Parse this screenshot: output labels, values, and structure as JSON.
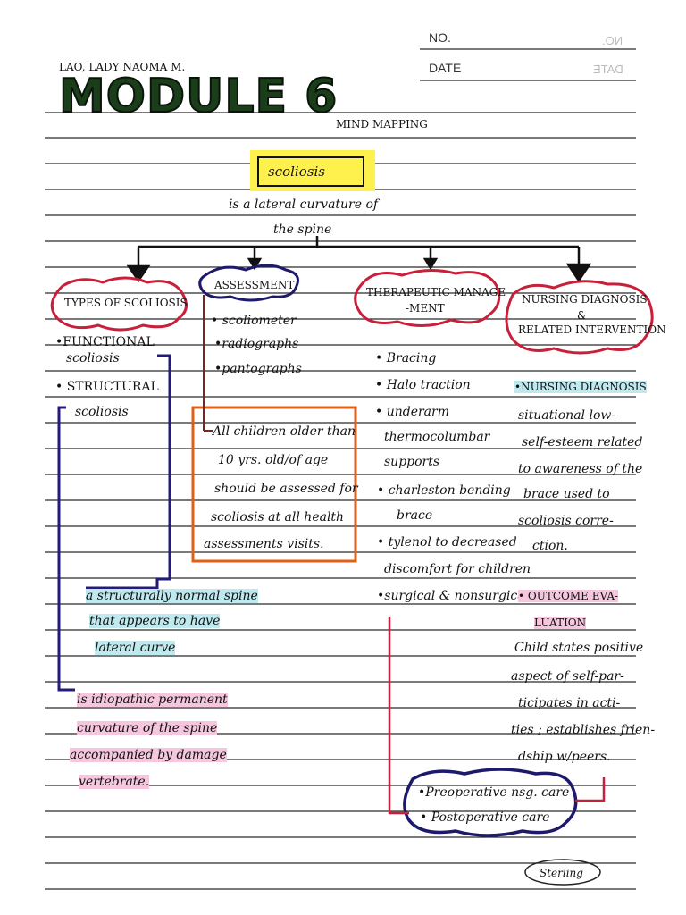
{
  "header": {
    "no_label": "NO.",
    "date_label": "DATE",
    "no_bleed": "NO.",
    "date_bleed": "DATE"
  },
  "author": "LAO, LADY NAOMA M.",
  "title": "MODULE 6",
  "subtitle": "MIND MAPPING",
  "central_topic": {
    "label": "scoliosis",
    "definition_line1": "is a lateral curvature of",
    "definition_line2": "the spine"
  },
  "branches": {
    "types": {
      "title": "TYPES OF SCOLIOSIS",
      "functional_line1": "•FUNCTIONAL",
      "functional_line2": "scoliosis",
      "structural_line1": "• STRUCTURAL",
      "structural_line2": "scoliosis",
      "functional_def": [
        "a structurally normal spine",
        "that appears to have",
        "lateral curve"
      ],
      "structural_def": [
        "is idiopathic permanent",
        "curvature of the spine",
        "accompanied by damage",
        "vertebrate."
      ]
    },
    "assessment": {
      "title": "ASSESSMENT",
      "items": [
        "• scoliometer",
        "•radiographs",
        "•pantographs"
      ],
      "note": [
        "All children older than",
        "10 yrs. old/of age",
        "should be assessed for",
        "scoliosis at all health",
        "assessments visits."
      ]
    },
    "therapeutic": {
      "title_line1": "THERAPEUTIC MANAGE",
      "title_line2": "-MENT",
      "items": [
        "• Bracing",
        "• Halo traction",
        "• underarm",
        "thermocolumbar",
        "supports",
        "• charleston bending",
        "brace",
        "• tylenol to decreased",
        "discomfort for children",
        "•surgical & nonsurgical"
      ],
      "sub_items": [
        "•Preoperative nsg. care",
        "• Postoperative care"
      ]
    },
    "nursing": {
      "title_line1": "NURSING DIAGNOSIS",
      "title_line2": "&",
      "title_line3": "RELATED INTERVENTION",
      "diagnosis_heading": "•NURSING DIAGNOSIS",
      "diagnosis_text": [
        "situational low-",
        "self-esteem related",
        "to awareness of the",
        "brace used to",
        "scoliosis corre-",
        "ction."
      ],
      "outcome_heading_line1": "• OUTCOME EVA-",
      "outcome_heading_line2": "LUATION",
      "outcome_text": [
        "Child states positive",
        "aspect of self-par-",
        "ticipates in acti-",
        "ties ; establishes frien-",
        "dship w/peers."
      ]
    }
  },
  "signature": "Sterling",
  "colors": {
    "highlight_yellow": "#fff14d",
    "highlight_blue": "#bde9ef",
    "highlight_pink": "#f5c6dd",
    "cloud_red": "#c8203a",
    "cloud_navy": "#1d1a6b",
    "box_orange": "#e0601a",
    "title_green": "#1a3d1a"
  }
}
